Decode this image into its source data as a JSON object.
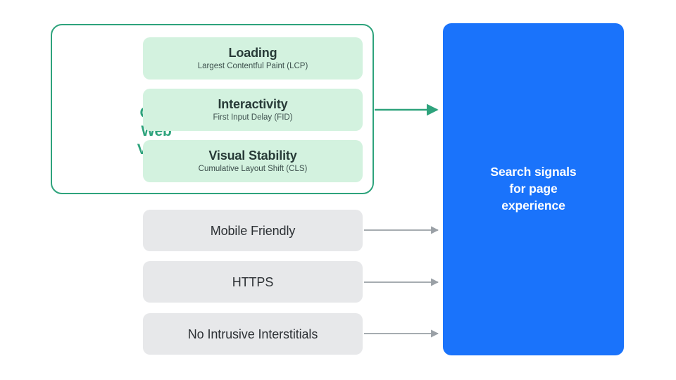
{
  "diagram": {
    "title": "Search signals for page experience",
    "background_color": "#FFFFFF"
  },
  "core_web_vitals": {
    "group_label": "Core\nWeb\nVitals",
    "border_color": "#2EA37C",
    "label_color": "#2EA37C",
    "card_background": "#D3F2DF",
    "metrics": [
      {
        "title": "Loading",
        "subtitle": "Largest Contentful Paint (LCP)",
        "abbr": "LCP"
      },
      {
        "title": "Interactivity",
        "subtitle": "First Input Delay (FID)",
        "abbr": "FID"
      },
      {
        "title": "Visual Stability",
        "subtitle": "Cumulative Layout Shift (CLS)",
        "abbr": "CLS"
      }
    ]
  },
  "other_signals": {
    "box_background": "#E7E8EA",
    "items": [
      {
        "label": "Mobile Friendly"
      },
      {
        "label": "HTTPS"
      },
      {
        "label": "No Intrusive Interstitials"
      }
    ]
  },
  "outcome": {
    "label": "Search signals\nfor page\nexperience",
    "background_color": "#1A73FB",
    "text_color": "#FFFFFF"
  },
  "connectors": [
    {
      "name": "core-web-vitals-arrow",
      "color": "#2EA37C",
      "style": "solid",
      "from": "core-web-vitals-group",
      "to": "outcome-panel"
    },
    {
      "name": "mobile-friendly-arrow",
      "color": "#9AA0A6",
      "style": "solid",
      "from": "signal-mobile-friendly",
      "to": "outcome-panel"
    },
    {
      "name": "https-arrow",
      "color": "#9AA0A6",
      "style": "solid",
      "from": "signal-https",
      "to": "outcome-panel"
    },
    {
      "name": "no-intrusive-interstitials-arrow",
      "color": "#9AA0A6",
      "style": "solid",
      "from": "signal-no-intrusive-interstitials",
      "to": "outcome-panel"
    }
  ]
}
